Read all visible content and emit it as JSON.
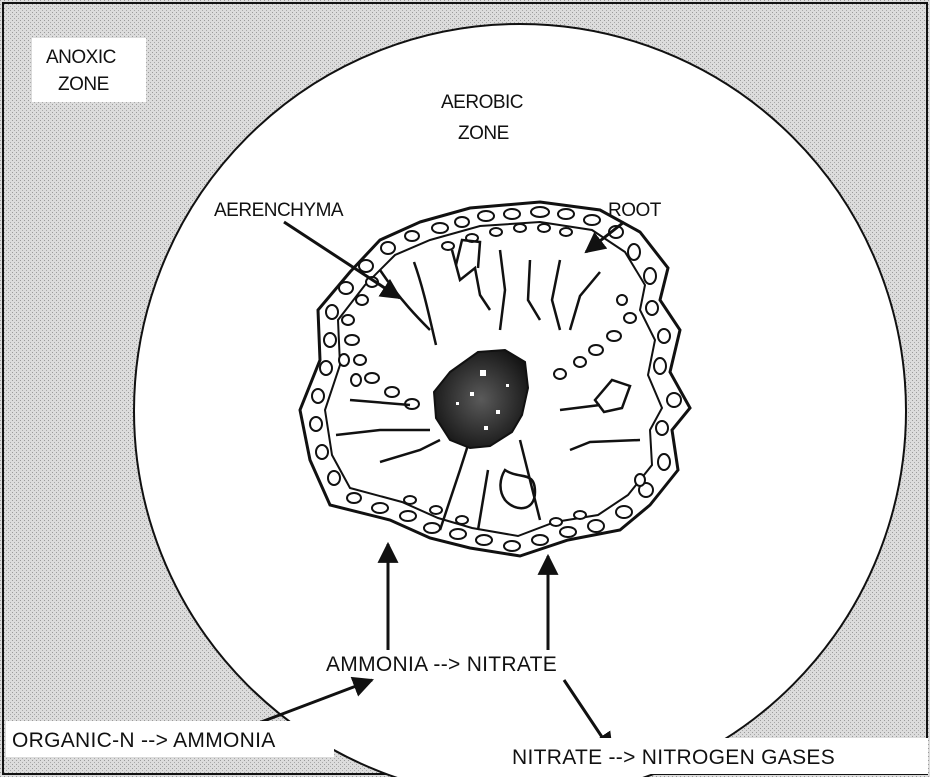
{
  "labels": {
    "anoxic_line1": "ANOXIC",
    "anoxic_line2": "ZONE",
    "aerobic_line1": "AEROBIC",
    "aerobic_line2": "ZONE",
    "aerenchyma": "AERENCHYMA",
    "root": "ROOT",
    "nitrification": "AMMONIA --> NITRATE",
    "ammonification": "ORGANIC-N --> AMMONIA",
    "denitrification": "NITRATE --> NITROGEN GASES"
  }
}
